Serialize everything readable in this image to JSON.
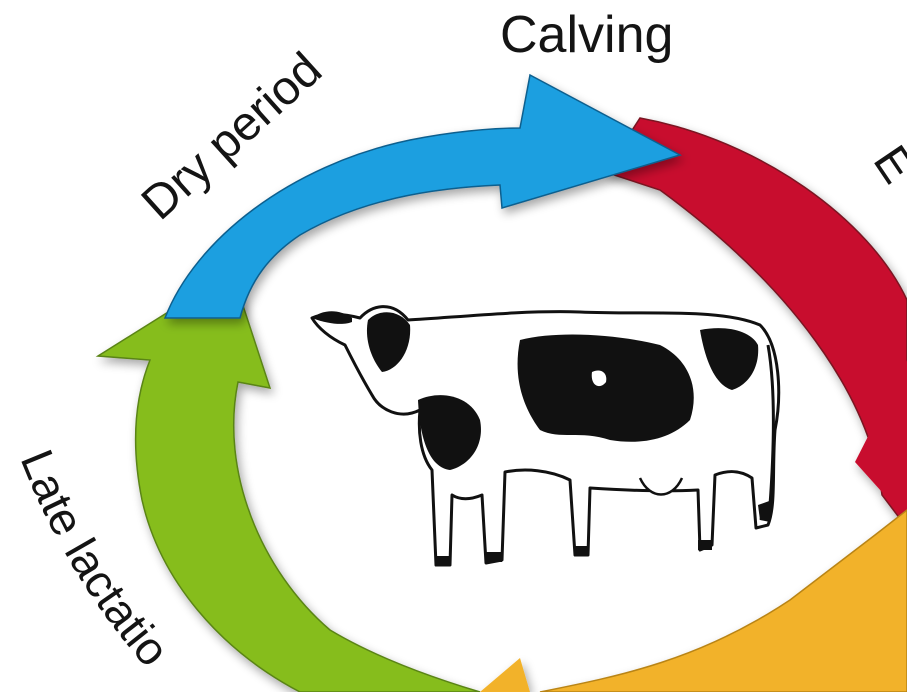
{
  "diagram": {
    "stages": [
      {
        "id": "calving",
        "label": "Calving"
      },
      {
        "id": "dry-period",
        "label": "Dry period"
      },
      {
        "id": "late-lactation",
        "label": "Late lactatio"
      },
      {
        "id": "early-lactation",
        "label": "E"
      }
    ],
    "colors": {
      "dry_period_arrow": "#1a9fe0",
      "early_lactation_arrow": "#c8102e",
      "mid_lactation_arrow": "#f2b22a",
      "late_lactation_arrow": "#86bd1f",
      "text": "#141414",
      "background": "#ffffff"
    },
    "center_image": "dairy-cow-illustration"
  }
}
